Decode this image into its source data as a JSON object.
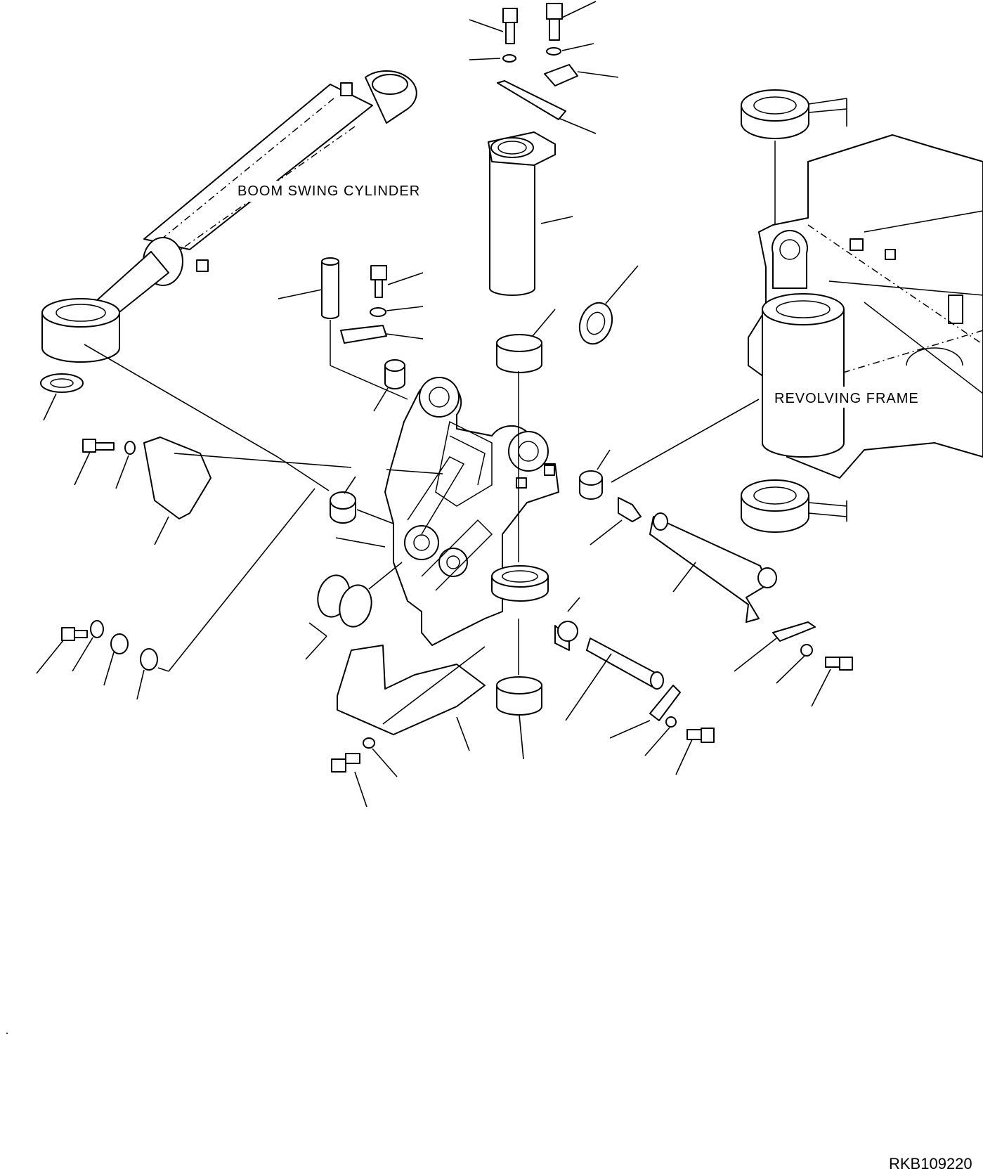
{
  "labels": {
    "boom_swing_cylinder": "BOOM SWING CYLINDER",
    "revolving_frame": "REVOLVING FRAME",
    "drawing_code": "RKB109220"
  },
  "colors": {
    "line": "#000000",
    "background": "#ffffff"
  }
}
